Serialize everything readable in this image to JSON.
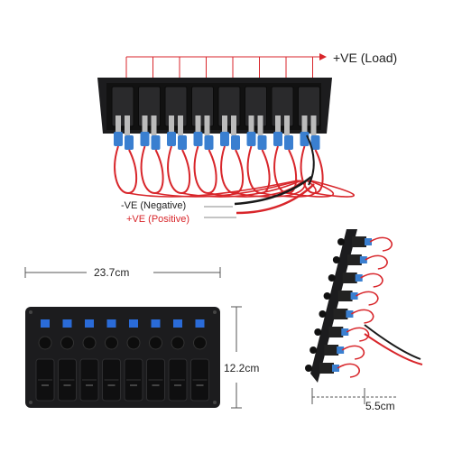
{
  "labels": {
    "load": "+VE  (Load)",
    "negative": "-VE  (Negative)",
    "positive": "+VE  (Positive)",
    "width": "23.7cm",
    "height": "12.2cm",
    "depth": "5.5cm"
  },
  "panel": {
    "switch_count": 8,
    "indicator_color": "#2a6bd8",
    "panel_color": "#1c1c1e",
    "wire_red": "#d8262b",
    "wire_black": "#1a1a1a",
    "connector_blue": "#3a7fd0",
    "arrow_color": "#d8262b"
  }
}
